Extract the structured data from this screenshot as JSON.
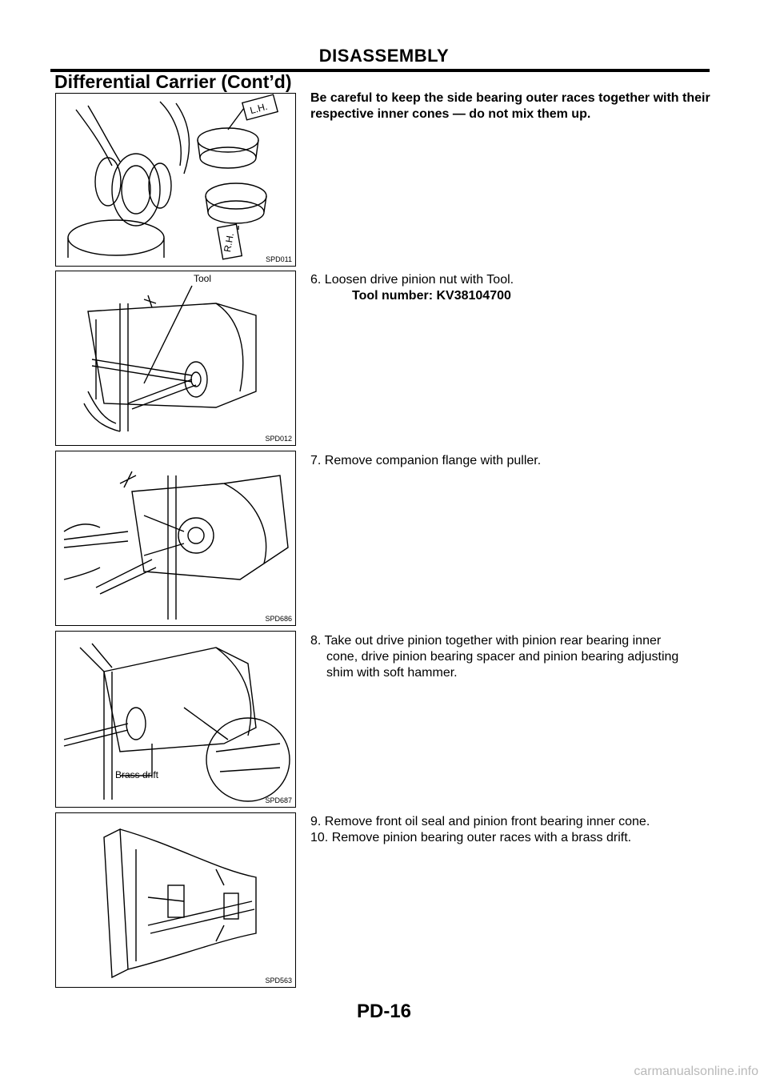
{
  "header": {
    "section": "DISASSEMBLY",
    "subsection": "Differential Carrier (Cont’d)"
  },
  "figures": [
    {
      "code": "SPD011",
      "labels": [
        "L.H.",
        "R.H."
      ]
    },
    {
      "code": "SPD012",
      "labels": [
        "Tool"
      ]
    },
    {
      "code": "SPD686",
      "labels": []
    },
    {
      "code": "SPD687",
      "labels": [
        "Brass drift"
      ]
    },
    {
      "code": "SPD563",
      "labels": []
    }
  ],
  "steps": {
    "caution": "Be careful to keep the side bearing outer races together with their respective inner cones — do not mix them up.",
    "s6": "6. Loosen drive pinion nut with Tool.",
    "s6_tool": "Tool number: KV38104700",
    "s7": "7. Remove companion flange with puller.",
    "s8_line1": "8. Take out drive pinion together with pinion rear bearing inner",
    "s8_line2": "cone, drive pinion bearing spacer and pinion bearing adjusting",
    "s8_line3": "shim with soft hammer.",
    "s9": "9. Remove front oil seal and pinion front bearing inner cone.",
    "s10": "10. Remove pinion bearing outer races with a brass drift."
  },
  "footer": {
    "page": "PD-16",
    "watermark": "carmanualsonline.info"
  }
}
